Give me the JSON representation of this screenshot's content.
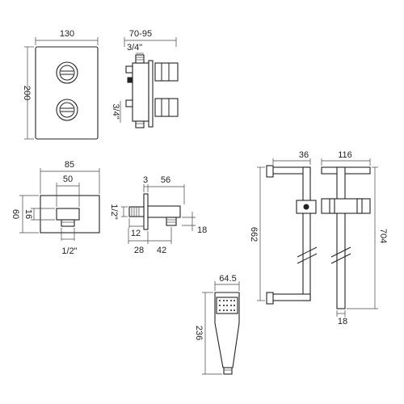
{
  "valve": {
    "width": "130",
    "height": "200",
    "depth": "70-95",
    "inlet_top": "3/4\"",
    "inlet_bottom": "3/4\""
  },
  "elbow_front": {
    "width_outer": "85",
    "width_inner": "50",
    "height_outer": "60",
    "height_inner": "16",
    "thread": "1/2\""
  },
  "elbow_side": {
    "plate": "3",
    "length": "56",
    "thread_left": "1/2\"",
    "outlet_height": "18",
    "offset": "12",
    "base_left": "28",
    "base_right": "42"
  },
  "rail": {
    "depth": "36",
    "length": "662",
    "width": "116",
    "length_alt": "704",
    "bar": "18"
  },
  "handset": {
    "width": "64.5",
    "length": "236"
  }
}
